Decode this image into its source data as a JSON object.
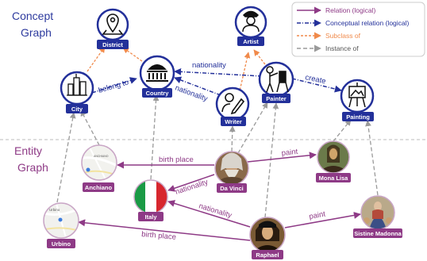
{
  "titles": {
    "concept": [
      "Concept",
      "Graph"
    ],
    "entity": [
      "Entity",
      "Graph"
    ]
  },
  "legend": {
    "relation": "Relation (logical)",
    "conceptual_relation": "Conceptual relation (logical)",
    "subclass": "Subclass of",
    "instance": "Instance of"
  },
  "concepts": {
    "district": "District",
    "artist": "Artist",
    "city": "City",
    "country": "Country",
    "writer": "Writer",
    "painter": "Painter",
    "painting": "Painting"
  },
  "entities": {
    "anchiano": "Anchiano",
    "italy": "Italy",
    "davinci": "Da Vinci",
    "monalisa": "Mona Lisa",
    "urbino": "Urbino",
    "raphael": "Raphael",
    "sistine": "Sistine Madonna"
  },
  "map_labels": {
    "anchiano_map": "ANCHIANO",
    "urbino_map": "Urbino"
  },
  "edges": {
    "belong_to": "belong to",
    "nationality_top": "nationality",
    "nationality_writer": "nationality",
    "create": "create",
    "birth_place_1": "birth place",
    "paint_1": "paint",
    "nationality_dv": "nationality",
    "nationality_r": "nationality",
    "paint_2": "paint",
    "birth_place_2": "birth place"
  },
  "colors": {
    "concept_blue": "#23309a",
    "relation_purple": "#8e3a86",
    "subclass_orange": "#f08a4b",
    "instance_gray": "#9a9a9a",
    "divider": "#bbbbbb"
  }
}
